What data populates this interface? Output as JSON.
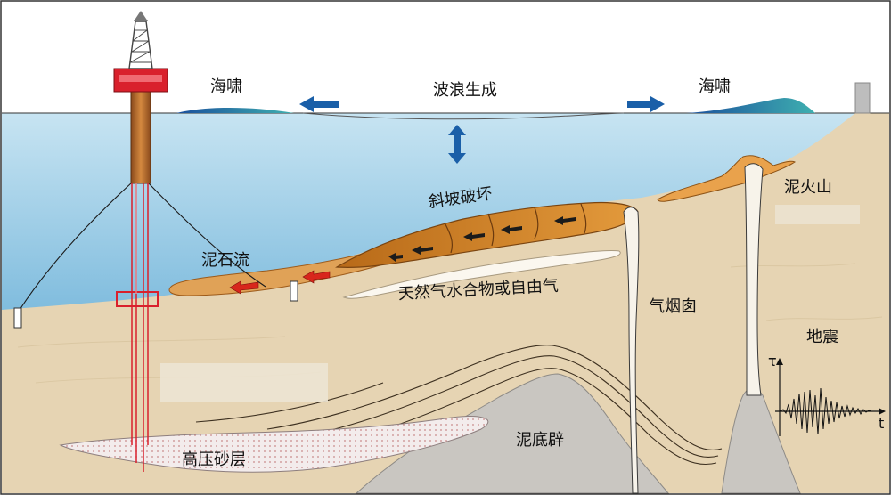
{
  "labels": {
    "tsunami_left": "海啸",
    "wave_generation": "波浪生成",
    "tsunami_right": "海啸",
    "slope_failure": "斜坡破坏",
    "mud_volcano": "泥火山",
    "debris_flow": "泥石流",
    "gas_hydrate": "天然气水合物或自由气",
    "gas_chimney": "气烟囱",
    "earthquake": "地震",
    "overpressured_sand": "高压砂层",
    "mud_diapir": "泥底辟",
    "seismogram_y_axis": "τ",
    "seismogram_x_axis": "t"
  },
  "colors": {
    "sea_top": "#bfe0ef",
    "sea_bottom": "#6fb2d8",
    "sediment": "#e5d3b2",
    "slide": "#d4862a",
    "diapir": "#c8c5c0",
    "arrow_blue": "#1a5fa8",
    "arrow_red": "#d8261c",
    "rig_red": "#d9202c"
  }
}
